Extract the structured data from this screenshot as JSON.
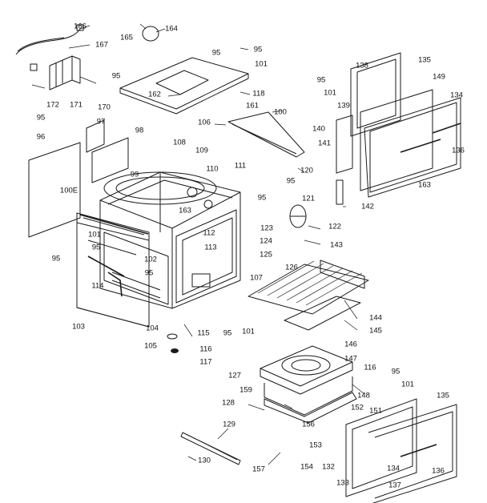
{
  "diagram": {
    "callouts": [
      {
        "id": "c166",
        "text": "166"
      },
      {
        "id": "c165",
        "text": "165"
      },
      {
        "id": "c164",
        "text": "164"
      },
      {
        "id": "c167",
        "text": "167"
      },
      {
        "id": "c95a",
        "text": "95"
      },
      {
        "id": "c101a",
        "text": "101"
      },
      {
        "id": "c95b",
        "text": "95"
      },
      {
        "id": "c172",
        "text": "172"
      },
      {
        "id": "c171",
        "text": "171"
      },
      {
        "id": "c170",
        "text": "170"
      },
      {
        "id": "c162",
        "text": "162"
      },
      {
        "id": "c95c",
        "text": "95"
      },
      {
        "id": "c118",
        "text": "118"
      },
      {
        "id": "c161",
        "text": "161"
      },
      {
        "id": "c100",
        "text": "100"
      },
      {
        "id": "c106",
        "text": "106"
      },
      {
        "id": "c95d",
        "text": "95"
      },
      {
        "id": "c97",
        "text": "97"
      },
      {
        "id": "c96",
        "text": "96"
      },
      {
        "id": "c98",
        "text": "98"
      },
      {
        "id": "c108",
        "text": "108"
      },
      {
        "id": "c109",
        "text": "109"
      },
      {
        "id": "c110",
        "text": "110"
      },
      {
        "id": "c111",
        "text": "111"
      },
      {
        "id": "c99",
        "text": "99"
      },
      {
        "id": "c100e",
        "text": "100E"
      },
      {
        "id": "c163a",
        "text": "163"
      },
      {
        "id": "c120",
        "text": "120"
      },
      {
        "id": "c95e",
        "text": "95"
      },
      {
        "id": "c95f",
        "text": "95"
      },
      {
        "id": "c121",
        "text": "121"
      },
      {
        "id": "c138",
        "text": "138"
      },
      {
        "id": "c135a",
        "text": "135"
      },
      {
        "id": "c95g",
        "text": "95"
      },
      {
        "id": "c101b",
        "text": "101"
      },
      {
        "id": "c149",
        "text": "149"
      },
      {
        "id": "c139",
        "text": "139"
      },
      {
        "id": "c134a",
        "text": "134"
      },
      {
        "id": "c140",
        "text": "140"
      },
      {
        "id": "c141",
        "text": "141"
      },
      {
        "id": "c136a",
        "text": "136"
      },
      {
        "id": "c163b",
        "text": "163"
      },
      {
        "id": "c142",
        "text": "142"
      },
      {
        "id": "c122",
        "text": "122"
      },
      {
        "id": "c123",
        "text": "123"
      },
      {
        "id": "c143",
        "text": "143"
      },
      {
        "id": "c101c",
        "text": "101"
      },
      {
        "id": "c95h",
        "text": "95"
      },
      {
        "id": "c112",
        "text": "112"
      },
      {
        "id": "c113",
        "text": "113"
      },
      {
        "id": "c124",
        "text": "124"
      },
      {
        "id": "c95i",
        "text": "95"
      },
      {
        "id": "c125",
        "text": "125"
      },
      {
        "id": "c126",
        "text": "126"
      },
      {
        "id": "c102",
        "text": "102"
      },
      {
        "id": "c95j",
        "text": "95"
      },
      {
        "id": "c107",
        "text": "107"
      },
      {
        "id": "c114",
        "text": "114"
      },
      {
        "id": "c144",
        "text": "144"
      },
      {
        "id": "c145",
        "text": "145"
      },
      {
        "id": "c103",
        "text": "103"
      },
      {
        "id": "c104",
        "text": "104"
      },
      {
        "id": "c115",
        "text": "115"
      },
      {
        "id": "c95k",
        "text": "95"
      },
      {
        "id": "c101d",
        "text": "101"
      },
      {
        "id": "c105",
        "text": "105"
      },
      {
        "id": "c116a",
        "text": "116"
      },
      {
        "id": "c117",
        "text": "117"
      },
      {
        "id": "c146",
        "text": "146"
      },
      {
        "id": "c147",
        "text": "147"
      },
      {
        "id": "c116b",
        "text": "116"
      },
      {
        "id": "c127",
        "text": "127"
      },
      {
        "id": "c95l",
        "text": "95"
      },
      {
        "id": "c159",
        "text": "159"
      },
      {
        "id": "c101e",
        "text": "101"
      },
      {
        "id": "c148",
        "text": "148"
      },
      {
        "id": "c135b",
        "text": "135"
      },
      {
        "id": "c128",
        "text": "128"
      },
      {
        "id": "c152",
        "text": "152"
      },
      {
        "id": "c151",
        "text": "151"
      },
      {
        "id": "c156",
        "text": "156"
      },
      {
        "id": "c129",
        "text": "129"
      },
      {
        "id": "c153",
        "text": "153"
      },
      {
        "id": "c134b",
        "text": "134"
      },
      {
        "id": "c136b",
        "text": "136"
      },
      {
        "id": "c130",
        "text": "130"
      },
      {
        "id": "c157",
        "text": "157"
      },
      {
        "id": "c154",
        "text": "154"
      },
      {
        "id": "c132",
        "text": "132"
      },
      {
        "id": "c133",
        "text": "133"
      },
      {
        "id": "c137",
        "text": "137"
      }
    ]
  }
}
